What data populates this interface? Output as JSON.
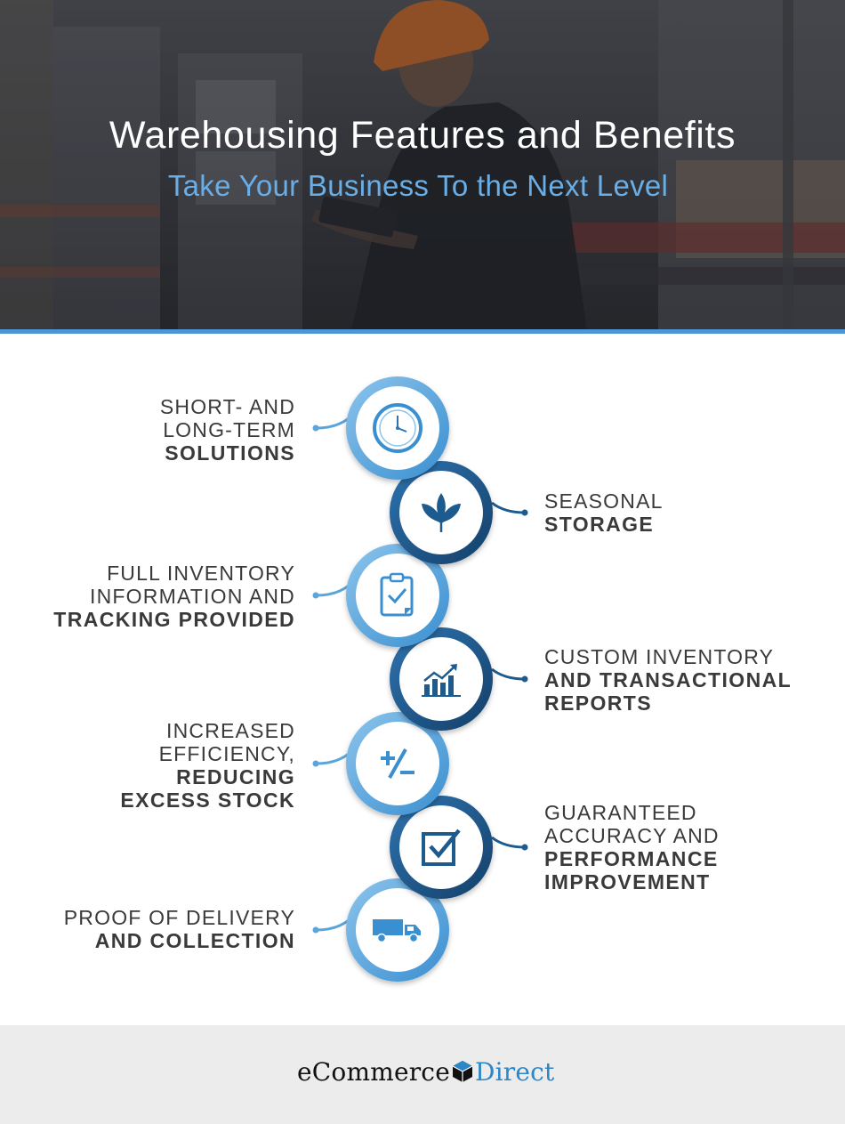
{
  "hero": {
    "title": "Warehousing Features and Benefits",
    "subtitle": "Take Your Business To the Next Level"
  },
  "features": [
    {
      "side": "left",
      "light": [
        "SHORT- AND",
        "LONG-TERM"
      ],
      "bold": [
        "SOLUTIONS"
      ],
      "icon": "clock-icon"
    },
    {
      "side": "right",
      "light": [
        "SEASONAL"
      ],
      "bold": [
        "STORAGE"
      ],
      "icon": "leaf-icon"
    },
    {
      "side": "left",
      "light": [
        "FULL INVENTORY",
        "INFORMATION AND"
      ],
      "bold": [
        "TRACKING PROVIDED"
      ],
      "icon": "clipboard-check-icon"
    },
    {
      "side": "right",
      "light": [
        "CUSTOM INVENTORY"
      ],
      "bold": [
        "AND TRANSACTIONAL",
        "REPORTS"
      ],
      "icon": "bar-chart-icon"
    },
    {
      "side": "left",
      "light": [
        "INCREASED",
        "EFFICIENCY,"
      ],
      "bold": [
        "REDUCING",
        "EXCESS STOCK"
      ],
      "icon": "plus-minus-icon"
    },
    {
      "side": "right",
      "light": [
        "GUARANTEED",
        "ACCURACY AND"
      ],
      "bold": [
        "PERFORMANCE",
        "IMPROVEMENT"
      ],
      "icon": "checkbox-icon"
    },
    {
      "side": "left",
      "light": [
        "PROOF OF DELIVERY"
      ],
      "bold": [
        "AND COLLECTION"
      ],
      "icon": "truck-icon"
    }
  ],
  "colors": {
    "light_blue": "#5aa5dc",
    "dark_blue": "#1d5a8e",
    "accent_bar": "#4c95d6",
    "subtitle": "#6aaee8",
    "text": "#3a3a3a"
  },
  "footer": {
    "logo_part1": "eCommerce",
    "logo_part2": "Direct"
  }
}
